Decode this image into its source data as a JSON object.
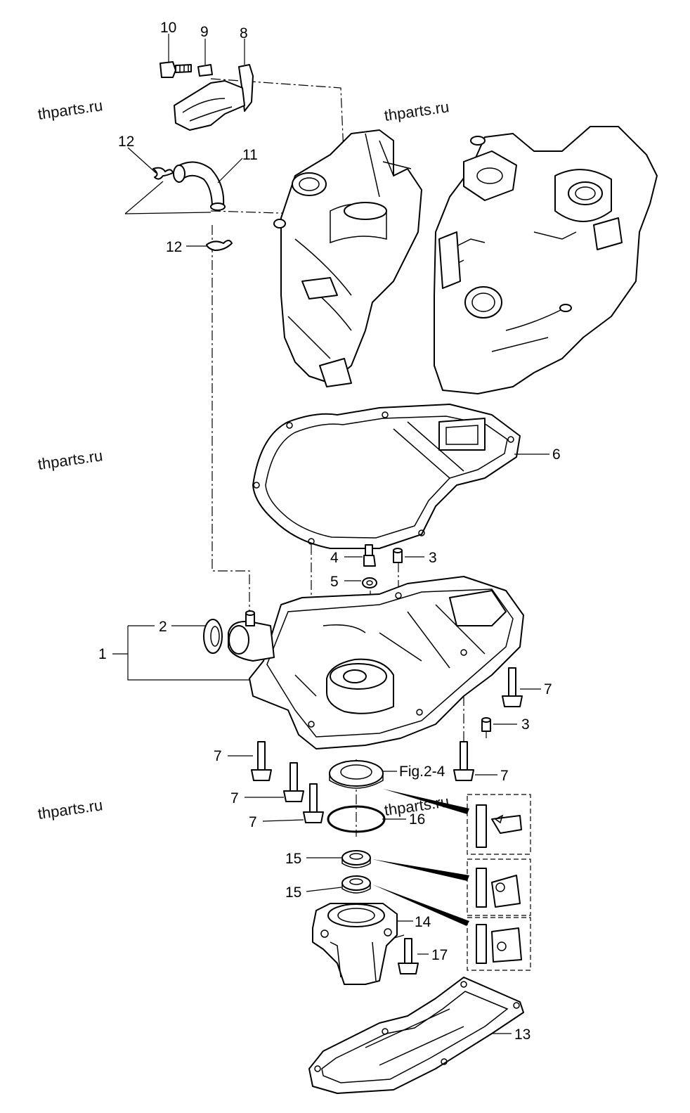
{
  "watermark": "thparts.ru",
  "callouts": {
    "c1": "1",
    "c2": "2",
    "c3a": "3",
    "c3b": "3",
    "c4": "4",
    "c5": "5",
    "c6": "6",
    "c7a": "7",
    "c7b": "7",
    "c7c": "7",
    "c7d": "7",
    "c7e": "7",
    "c8": "8",
    "c9": "9",
    "c10": "10",
    "c11": "11",
    "c12a": "12",
    "c12b": "12",
    "c13": "13",
    "c14": "14",
    "c15a": "15",
    "c15b": "15",
    "c16": "16",
    "c17": "17",
    "fig": "Fig.2-4"
  }
}
